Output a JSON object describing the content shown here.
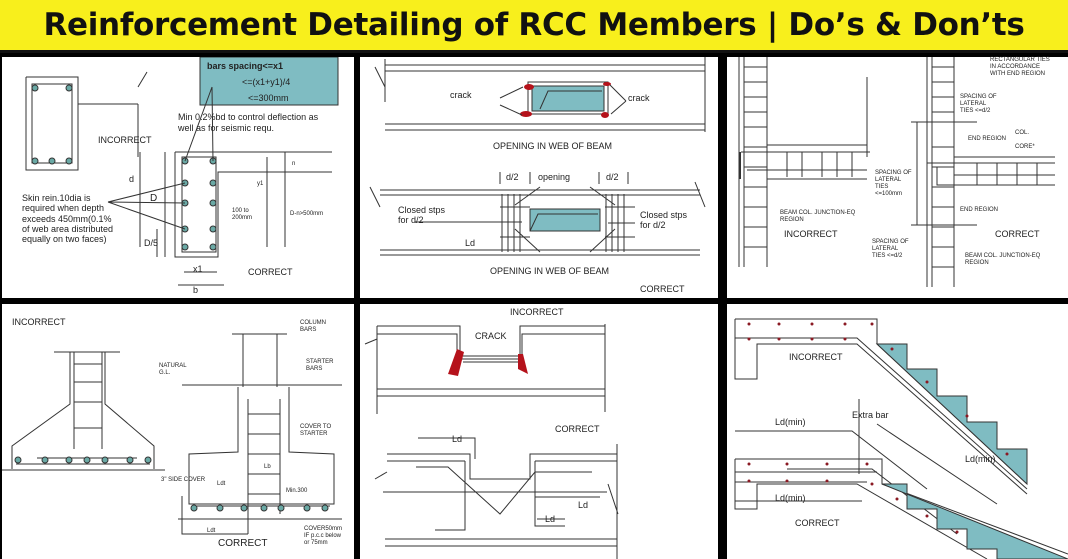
{
  "title": "Reinforcement Detailing of RCC Members | Do’s & Don’ts",
  "colors": {
    "banner": "#f8ef1c",
    "concrete_fill": "#7fbcc2",
    "crack": "#b5121b",
    "bar": "#3f8f8c"
  },
  "panels": [
    {
      "topic": "beam-skin-reinforcement",
      "incorrect": "INCORRECT",
      "correct": "CORRECT",
      "box_lines": [
        "bars spacing<=x1",
        "<=(x1+y1)/4",
        "<=300mm"
      ],
      "min_note": [
        "Min 0.2%bd to control deflection as",
        "well as for seismic requ."
      ],
      "skin_note": [
        "Skin rein.10dia is",
        "required when depth",
        "exceeds 450mm(0.1%",
        "of web area distributed",
        "equally on two faces)"
      ],
      "dims": {
        "d": "d",
        "D": "D",
        "D5": "D/5",
        "x1": "x1",
        "b": "b",
        "y1": "y1",
        "n": "n",
        "spacing": [
          "100 to",
          "200mm"
        ],
        "depth": "D-n>500mm"
      }
    },
    {
      "topic": "opening-in-web",
      "crack_left": "crack",
      "crack_right": "crack",
      "caption_top": "OPENING IN WEB OF BEAM",
      "d2_left": "d/2",
      "opening": "opening",
      "d2_right": "d/2",
      "closed_left": [
        "Closed stps",
        "for  d/2"
      ],
      "closed_right": [
        "Closed stps",
        "for  d/2"
      ],
      "ld": "Ld",
      "caption_bottom": "OPENING IN WEB OF BEAM",
      "correct": "CORRECT"
    },
    {
      "topic": "beam-column-junction",
      "rect_ties": [
        "RECTANGULAR TIES",
        "IN ACCORDANCE",
        "WITH END REGION"
      ],
      "spacing_d2_top": [
        "SPACING  OF",
        "LATERAL",
        "TIES <=d/2"
      ],
      "col_core": [
        "COL.",
        "CORE*"
      ],
      "end_region_top": "END REGION",
      "end_region_bottom": "END REGION",
      "spacing_100": [
        "SPACING  OF",
        "LATERAL",
        "TIES",
        "<=100mm"
      ],
      "junction_left": [
        "BEAM COL. JUNCTION-EQ",
        "REGION"
      ],
      "incorrect": "INCORRECT",
      "correct": "CORRECT",
      "spacing_d2_bottom": [
        "SPACING  OF",
        "LATERAL",
        "TIES <=d/2"
      ],
      "junction_right": [
        "BEAM COL. JUNCTION-EQ",
        "REGION"
      ]
    },
    {
      "topic": "footing",
      "incorrect": "INCORRECT",
      "column_bars": [
        "COLUMN",
        "BARS"
      ],
      "natural_gl": [
        "NATURAL",
        "G.L."
      ],
      "starter_bars": [
        "STARTER",
        "BARS"
      ],
      "cover_starter": [
        "COVER TO",
        "STARTER"
      ],
      "lb": "Lb",
      "side_cover": "3\" SIDE COVER",
      "ldt_top": "Ldt",
      "min300": "Min.300",
      "ldt_bottom": "Ldt",
      "cover_note": [
        "COVER50mm",
        "IF p.c.c below",
        "or 75mm"
      ],
      "correct": "CORRECT"
    },
    {
      "topic": "slab-beam-drop",
      "incorrect": "INCORRECT",
      "crack": "CRACK",
      "correct": "CORRECT",
      "ld_top": "Ld",
      "ld_right": "Ld",
      "ld_small": "Ld"
    },
    {
      "topic": "staircase",
      "incorrect": "INCORRECT",
      "extra_bar": "Extra bar",
      "ld_min_top": "Ld(min)",
      "ld_min_diag": "Ld(min)",
      "ld_min_bottom": "Ld(min)",
      "correct": "CORRECT"
    }
  ]
}
